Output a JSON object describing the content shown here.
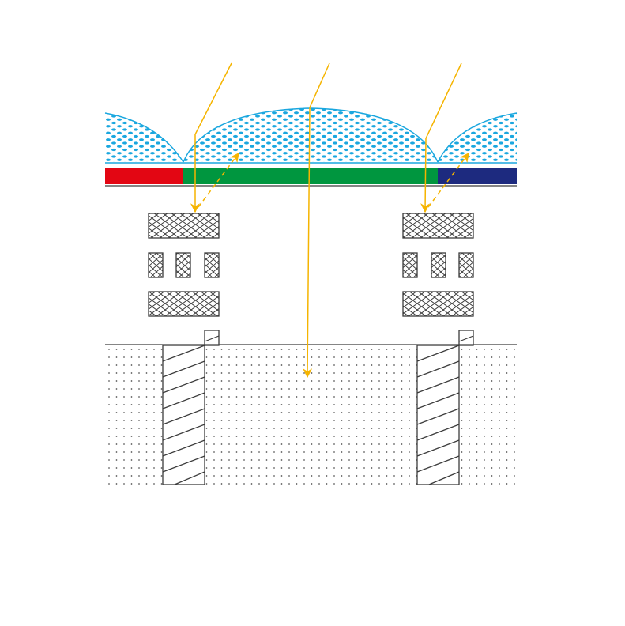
{
  "diagram": {
    "layers": [
      "microlens-array",
      "color-filter-array",
      "wiring-layer",
      "photodiode-substrate"
    ],
    "color_filters": [
      {
        "name": "red-filter",
        "color": "#e30613"
      },
      {
        "name": "green-filter",
        "color": "#00963f"
      },
      {
        "name": "blue-filter",
        "color": "#1d2a7f"
      }
    ],
    "colors": {
      "microlens_stroke": "#1aa7df",
      "microlens_dots": "#1aa7df",
      "light_ray": "#f5b400",
      "structure_stroke": "#3c3c3c",
      "substrate_dots": "#555555",
      "background": "#ffffff"
    },
    "light_rays": [
      {
        "name": "left-incident-ray",
        "style": "solid"
      },
      {
        "name": "center-incident-ray",
        "style": "solid"
      },
      {
        "name": "right-incident-ray",
        "style": "solid"
      },
      {
        "name": "left-reflected-ray",
        "style": "dashed"
      },
      {
        "name": "right-reflected-ray",
        "style": "dashed"
      }
    ],
    "icons": [
      "arrowhead-icon"
    ]
  }
}
